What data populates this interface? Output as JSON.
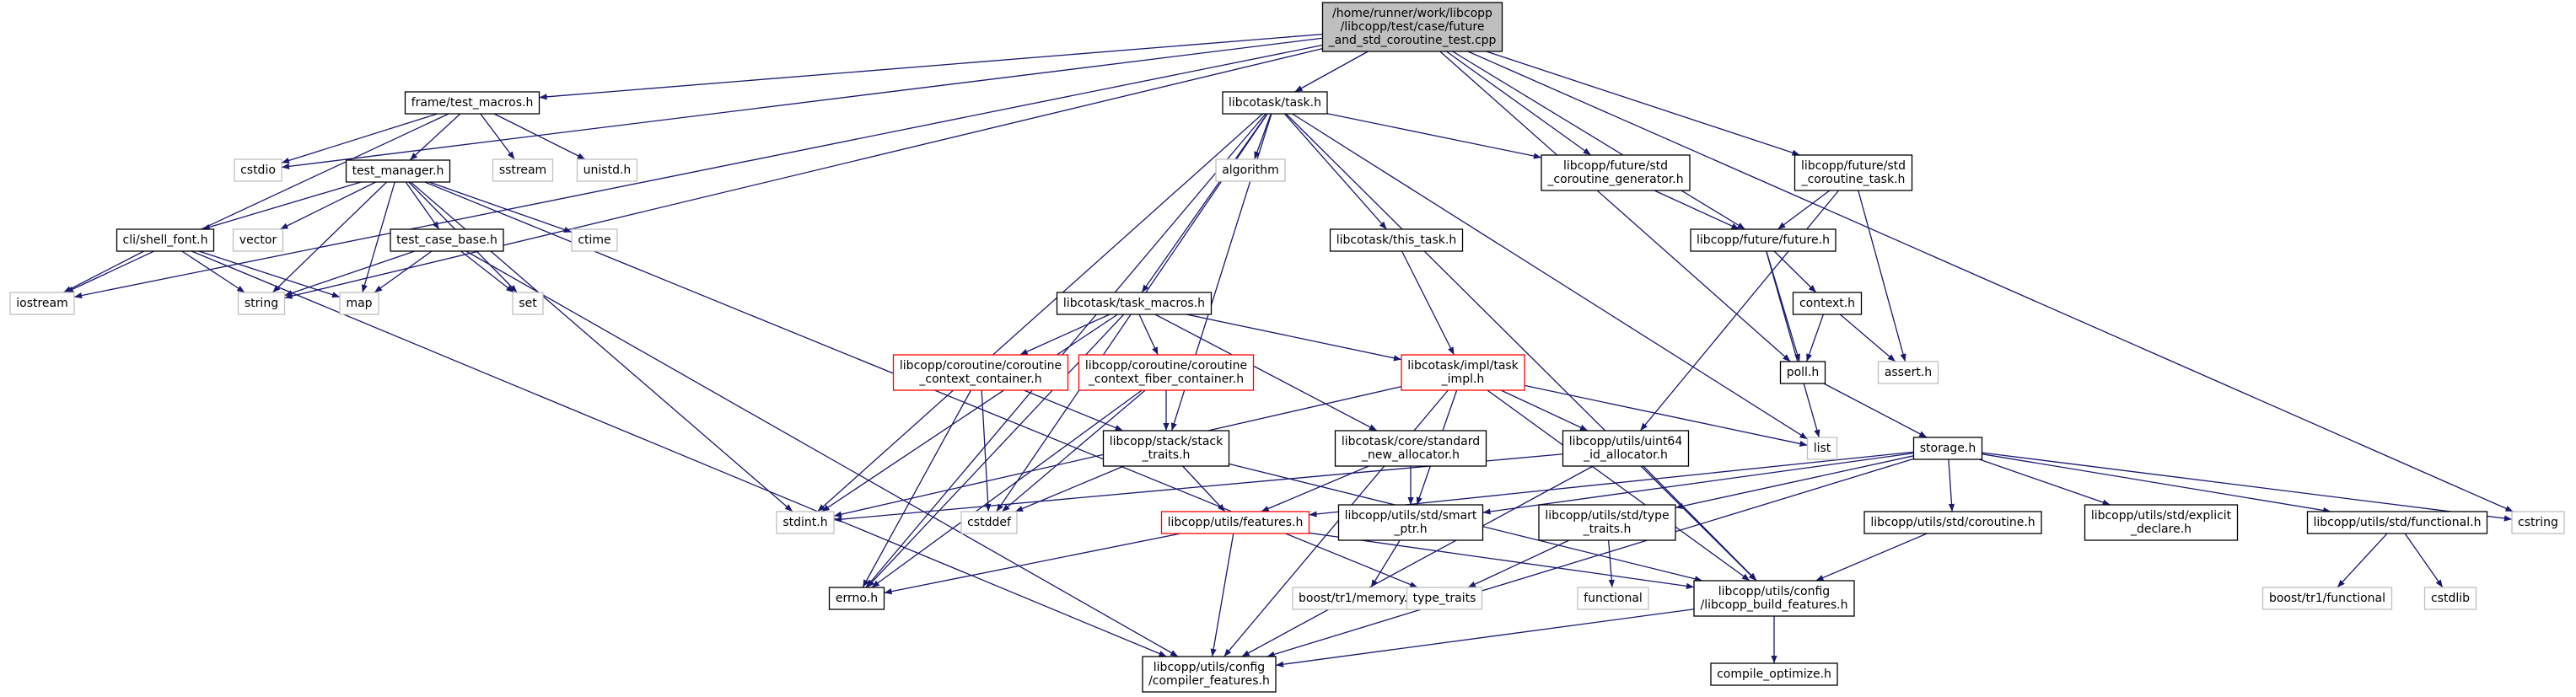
{
  "nodes": [
    {
      "id": "root",
      "kind": "root",
      "lines": [
        "/home/runner/work/libcopp",
        "/libcopp/test/case/future",
        "_and_std_coroutine_test.cpp"
      ]
    },
    {
      "id": "test_macros",
      "kind": "file",
      "lines": [
        "frame/test_macros.h"
      ]
    },
    {
      "id": "task_h",
      "kind": "file",
      "lines": [
        "libcotask/task.h"
      ]
    },
    {
      "id": "coroutine_generator",
      "kind": "file",
      "lines": [
        "libcopp/future/std",
        "_coroutine_generator.h"
      ]
    },
    {
      "id": "coroutine_task",
      "kind": "file",
      "lines": [
        "libcopp/future/std",
        "_coroutine_task.h"
      ]
    },
    {
      "id": "cstdio",
      "kind": "system",
      "lines": [
        "cstdio"
      ]
    },
    {
      "id": "sstream",
      "kind": "system",
      "lines": [
        "sstream"
      ]
    },
    {
      "id": "unistd",
      "kind": "system",
      "lines": [
        "unistd.h"
      ]
    },
    {
      "id": "algorithm",
      "kind": "system",
      "lines": [
        "algorithm"
      ]
    },
    {
      "id": "test_manager",
      "kind": "file",
      "lines": [
        "test_manager.h"
      ]
    },
    {
      "id": "shell_font",
      "kind": "file",
      "lines": [
        "cli/shell_font.h"
      ]
    },
    {
      "id": "vector",
      "kind": "system",
      "lines": [
        "vector"
      ]
    },
    {
      "id": "ctime",
      "kind": "system",
      "lines": [
        "ctime"
      ]
    },
    {
      "id": "test_case_base",
      "kind": "file",
      "lines": [
        "test_case_base.h"
      ]
    },
    {
      "id": "iostream",
      "kind": "system",
      "lines": [
        "iostream"
      ]
    },
    {
      "id": "string",
      "kind": "system",
      "lines": [
        "string"
      ]
    },
    {
      "id": "map",
      "kind": "system",
      "lines": [
        "map"
      ]
    },
    {
      "id": "set",
      "kind": "system",
      "lines": [
        "set"
      ]
    },
    {
      "id": "this_task",
      "kind": "file",
      "lines": [
        "libcotask/this_task.h"
      ]
    },
    {
      "id": "future_h",
      "kind": "file",
      "lines": [
        "libcopp/future/future.h"
      ]
    },
    {
      "id": "context_h",
      "kind": "file",
      "lines": [
        "context.h"
      ]
    },
    {
      "id": "task_macros",
      "kind": "file",
      "lines": [
        "libcotask/task_macros.h"
      ]
    },
    {
      "id": "coroutine_context_container",
      "kind": "incomplete",
      "lines": [
        "libcopp/coroutine/coroutine",
        "_context_container.h"
      ]
    },
    {
      "id": "coroutine_fiber_container",
      "kind": "incomplete",
      "lines": [
        "libcopp/coroutine/coroutine",
        "_context_fiber_container.h"
      ]
    },
    {
      "id": "task_impl",
      "kind": "incomplete",
      "lines": [
        "libcotask/impl/task",
        "_impl.h"
      ]
    },
    {
      "id": "poll_h",
      "kind": "file",
      "lines": [
        "poll.h"
      ]
    },
    {
      "id": "assert_h",
      "kind": "system",
      "lines": [
        "assert.h"
      ]
    },
    {
      "id": "stack_traits",
      "kind": "file",
      "lines": [
        "libcopp/stack/stack",
        "_traits.h"
      ]
    },
    {
      "id": "standard_new_allocator",
      "kind": "file",
      "lines": [
        "libcotask/core/standard",
        "_new_allocator.h"
      ]
    },
    {
      "id": "uint64_id_allocator",
      "kind": "file",
      "lines": [
        "libcopp/utils/uint64",
        "_id_allocator.h"
      ]
    },
    {
      "id": "list",
      "kind": "system",
      "lines": [
        "list"
      ]
    },
    {
      "id": "storage_h",
      "kind": "file",
      "lines": [
        "storage.h"
      ]
    },
    {
      "id": "stdint_h",
      "kind": "system",
      "lines": [
        "stdint.h"
      ]
    },
    {
      "id": "cstddef",
      "kind": "system",
      "lines": [
        "cstddef"
      ]
    },
    {
      "id": "features_h",
      "kind": "incomplete",
      "lines": [
        "libcopp/utils/features.h"
      ]
    },
    {
      "id": "smart_ptr",
      "kind": "file",
      "lines": [
        "libcopp/utils/std/smart",
        "_ptr.h"
      ]
    },
    {
      "id": "type_traits_std",
      "kind": "file",
      "lines": [
        "libcopp/utils/std/type",
        "_traits.h"
      ]
    },
    {
      "id": "std_coroutine",
      "kind": "file",
      "lines": [
        "libcopp/utils/std/coroutine.h"
      ]
    },
    {
      "id": "explicit_declare",
      "kind": "file",
      "lines": [
        "libcopp/utils/std/explicit",
        "_declare.h"
      ]
    },
    {
      "id": "functional_std",
      "kind": "file",
      "lines": [
        "libcopp/utils/std/functional.h"
      ]
    },
    {
      "id": "cstring",
      "kind": "system",
      "lines": [
        "cstring"
      ]
    },
    {
      "id": "errno_h",
      "kind": "file",
      "lines": [
        "errno.h"
      ]
    },
    {
      "id": "boost_memory",
      "kind": "system",
      "lines": [
        "boost/tr1/memory.hpp"
      ]
    },
    {
      "id": "type_traits",
      "kind": "system",
      "lines": [
        "type_traits"
      ]
    },
    {
      "id": "functional",
      "kind": "system",
      "lines": [
        "functional"
      ]
    },
    {
      "id": "libcopp_build_features",
      "kind": "file",
      "lines": [
        "libcopp/utils/config",
        "/libcopp_build_features.h"
      ]
    },
    {
      "id": "boost_functional",
      "kind": "system",
      "lines": [
        "boost/tr1/functional"
      ]
    },
    {
      "id": "cstdlib",
      "kind": "system",
      "lines": [
        "cstdlib"
      ]
    },
    {
      "id": "compile_optimize",
      "kind": "file",
      "lines": [
        "compile_optimize.h"
      ]
    },
    {
      "id": "compiler_features",
      "kind": "file",
      "lines": [
        "libcopp/utils/config",
        "/compiler_features.h"
      ]
    }
  ],
  "edges": [
    [
      "root",
      "test_macros"
    ],
    [
      "root",
      "task_h"
    ],
    [
      "root",
      "coroutine_generator"
    ],
    [
      "root",
      "coroutine_task"
    ],
    [
      "root",
      "cstdio"
    ],
    [
      "root",
      "iostream"
    ],
    [
      "root",
      "string"
    ],
    [
      "root",
      "future_h"
    ],
    [
      "root",
      "poll_h"
    ],
    [
      "root",
      "cstring"
    ],
    [
      "test_macros",
      "cstdio"
    ],
    [
      "test_macros",
      "sstream"
    ],
    [
      "test_macros",
      "unistd"
    ],
    [
      "test_macros",
      "test_manager"
    ],
    [
      "test_macros",
      "iostream"
    ],
    [
      "test_manager",
      "shell_font"
    ],
    [
      "test_manager",
      "vector"
    ],
    [
      "test_manager",
      "string"
    ],
    [
      "test_manager",
      "map"
    ],
    [
      "test_manager",
      "test_case_base"
    ],
    [
      "test_manager",
      "set"
    ],
    [
      "test_manager",
      "ctime"
    ],
    [
      "test_manager",
      "stdint_h"
    ],
    [
      "test_manager",
      "type_traits"
    ],
    [
      "shell_font",
      "iostream"
    ],
    [
      "shell_font",
      "string"
    ],
    [
      "shell_font",
      "map"
    ],
    [
      "shell_font",
      "compiler_features"
    ],
    [
      "test_case_base",
      "string"
    ],
    [
      "test_case_base",
      "map"
    ],
    [
      "test_case_base",
      "set"
    ],
    [
      "test_case_base",
      "compiler_features"
    ],
    [
      "task_h",
      "algorithm"
    ],
    [
      "task_h",
      "this_task"
    ],
    [
      "task_h",
      "task_macros"
    ],
    [
      "task_h",
      "coroutine_generator"
    ],
    [
      "task_h",
      "stack_traits"
    ],
    [
      "task_h",
      "list"
    ],
    [
      "task_h",
      "stdint_h"
    ],
    [
      "task_h",
      "cstddef"
    ],
    [
      "task_h",
      "errno_h"
    ],
    [
      "task_h",
      "libcopp_build_features"
    ],
    [
      "coroutine_generator",
      "future_h"
    ],
    [
      "coroutine_task",
      "future_h"
    ],
    [
      "coroutine_task",
      "uint64_id_allocator"
    ],
    [
      "coroutine_task",
      "assert_h"
    ],
    [
      "future_h",
      "context_h"
    ],
    [
      "future_h",
      "poll_h"
    ],
    [
      "future_h",
      "list"
    ],
    [
      "context_h",
      "poll_h"
    ],
    [
      "context_h",
      "assert_h"
    ],
    [
      "poll_h",
      "storage_h"
    ],
    [
      "this_task",
      "task_impl"
    ],
    [
      "task_macros",
      "coroutine_context_container"
    ],
    [
      "task_macros",
      "coroutine_fiber_container"
    ],
    [
      "task_macros",
      "task_impl"
    ],
    [
      "task_macros",
      "standard_new_allocator"
    ],
    [
      "task_macros",
      "stdint_h"
    ],
    [
      "task_macros",
      "errno_h"
    ],
    [
      "coroutine_context_container",
      "stack_traits"
    ],
    [
      "coroutine_context_container",
      "cstddef"
    ],
    [
      "coroutine_context_container",
      "errno_h"
    ],
    [
      "coroutine_fiber_container",
      "stack_traits"
    ],
    [
      "coroutine_fiber_container",
      "cstddef"
    ],
    [
      "coroutine_fiber_container",
      "errno_h"
    ],
    [
      "task_impl",
      "uint64_id_allocator"
    ],
    [
      "task_impl",
      "smart_ptr"
    ],
    [
      "task_impl",
      "list"
    ],
    [
      "task_impl",
      "stdint_h"
    ],
    [
      "task_impl",
      "libcopp_build_features"
    ],
    [
      "task_impl",
      "compiler_features"
    ],
    [
      "stack_traits",
      "features_h"
    ],
    [
      "stack_traits",
      "cstddef"
    ],
    [
      "stack_traits",
      "libcopp_build_features"
    ],
    [
      "standard_new_allocator",
      "features_h"
    ],
    [
      "standard_new_allocator",
      "smart_ptr"
    ],
    [
      "uint64_id_allocator",
      "stdint_h"
    ],
    [
      "uint64_id_allocator",
      "libcopp_build_features"
    ],
    [
      "uint64_id_allocator",
      "compiler_features"
    ],
    [
      "storage_h",
      "features_h"
    ],
    [
      "storage_h",
      "smart_ptr"
    ],
    [
      "storage_h",
      "type_traits_std"
    ],
    [
      "storage_h",
      "std_coroutine"
    ],
    [
      "storage_h",
      "explicit_declare"
    ],
    [
      "storage_h",
      "functional_std"
    ],
    [
      "storage_h",
      "cstring"
    ],
    [
      "storage_h",
      "compiler_features"
    ],
    [
      "features_h",
      "errno_h"
    ],
    [
      "features_h",
      "libcopp_build_features"
    ],
    [
      "features_h",
      "compiler_features"
    ],
    [
      "smart_ptr",
      "boost_memory"
    ],
    [
      "type_traits_std",
      "type_traits"
    ],
    [
      "type_traits_std",
      "functional"
    ],
    [
      "std_coroutine",
      "libcopp_build_features"
    ],
    [
      "functional_std",
      "boost_functional"
    ],
    [
      "functional_std",
      "cstdlib"
    ],
    [
      "libcopp_build_features",
      "compile_optimize"
    ],
    [
      "libcopp_build_features",
      "compiler_features"
    ]
  ]
}
